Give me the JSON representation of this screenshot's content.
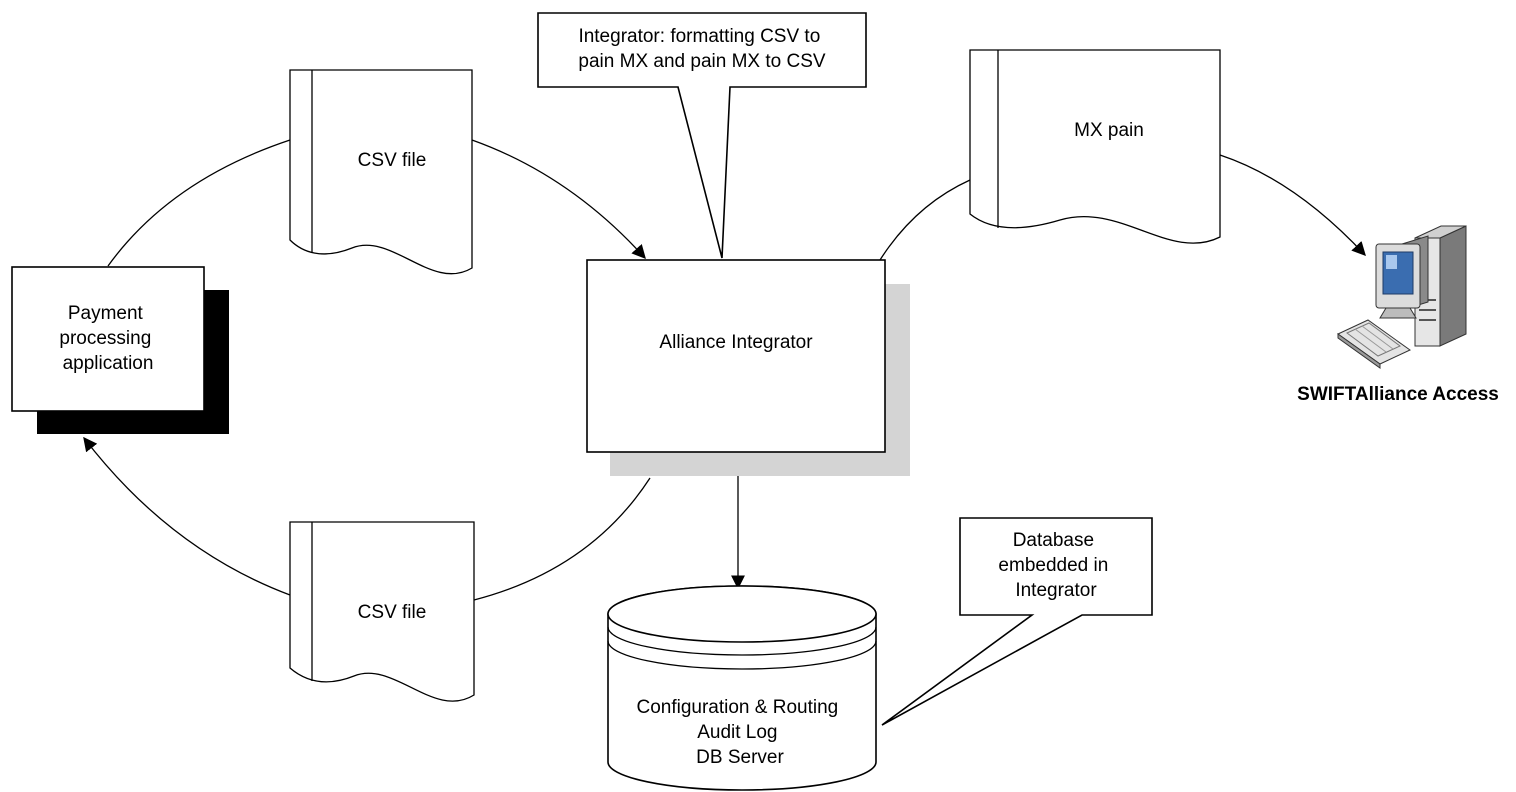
{
  "nodes": {
    "payment_app": {
      "lines": [
        "Payment",
        "processing",
        "application"
      ]
    },
    "csv_top": {
      "label": "CSV file"
    },
    "csv_bottom": {
      "label": "CSV file"
    },
    "integrator": {
      "label": "Alliance Integrator"
    },
    "mx_pain": {
      "label": "MX pain"
    },
    "swift": {
      "label": "SWIFTAlliance Access"
    },
    "database": {
      "lines": [
        "Configuration & Routing",
        "Audit Log",
        "DB Server"
      ]
    }
  },
  "callouts": {
    "integrator_note": {
      "lines": [
        "Integrator: formatting CSV to",
        "pain MX and pain MX to CSV"
      ]
    },
    "db_note": {
      "lines": [
        "Database",
        "embedded in",
        "Integrator"
      ]
    }
  }
}
